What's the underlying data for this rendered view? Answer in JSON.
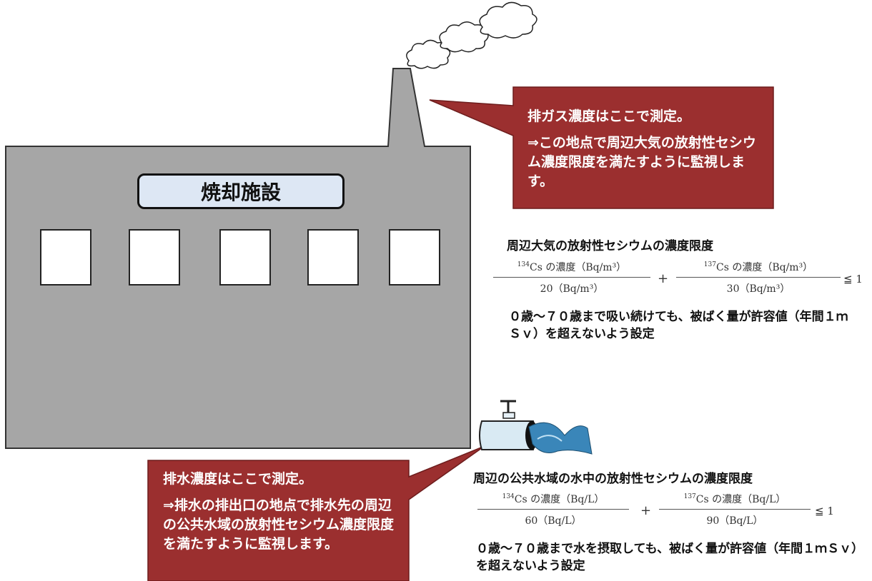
{
  "facility": {
    "label": "焼却施設"
  },
  "exhaust_callout": {
    "title": "排ガス濃度はここで測定。",
    "body": "⇒この地点で周辺大気の放射性セシウム濃度限度を満たすように監視します。"
  },
  "drain_callout": {
    "title": "排水濃度はここで測定。",
    "body": "⇒排水の排出口の地点で排水先の周辺の公共水域の放射性セシウム濃度限度を満たすように監視します。"
  },
  "air_limit": {
    "title": "周辺大気の放射性セシウムの濃度限度",
    "term1": {
      "isotope": "134",
      "numerator": "Cs の濃度（Bq/m³）",
      "denominator": "20（Bq/m³）"
    },
    "term2": {
      "isotope": "137",
      "numerator": "Cs の濃度（Bq/m³）",
      "denominator": "30（Bq/m³）"
    },
    "plus": "+",
    "inequality": "≦ 1",
    "description": "０歳～７０歳まで吸い続けても、被ばく量が許容値（年間１ｍＳｖ）を超えないよう設定"
  },
  "water_limit": {
    "title": "周辺の公共水域の水中の放射性セシウムの濃度限度",
    "term1": {
      "isotope": "134",
      "numerator": "Cs の濃度（Bq/L）",
      "denominator": "60（Bq/L）"
    },
    "term2": {
      "isotope": "137",
      "numerator": "Cs の濃度（Bq/L）",
      "denominator": "90（Bq/L）"
    },
    "plus": "+",
    "inequality": "≦ 1",
    "description": "０歳～７０歳まで水を摂取しても、被ばく量が許容値（年間１ｍＳｖ）を超えないよう設定"
  },
  "colors": {
    "building": "#a6a6a6",
    "callout": "#9b2f2f",
    "label_fill": "#dde7f4",
    "water": "#3a86b9",
    "pipe": "#d9eaf3"
  }
}
